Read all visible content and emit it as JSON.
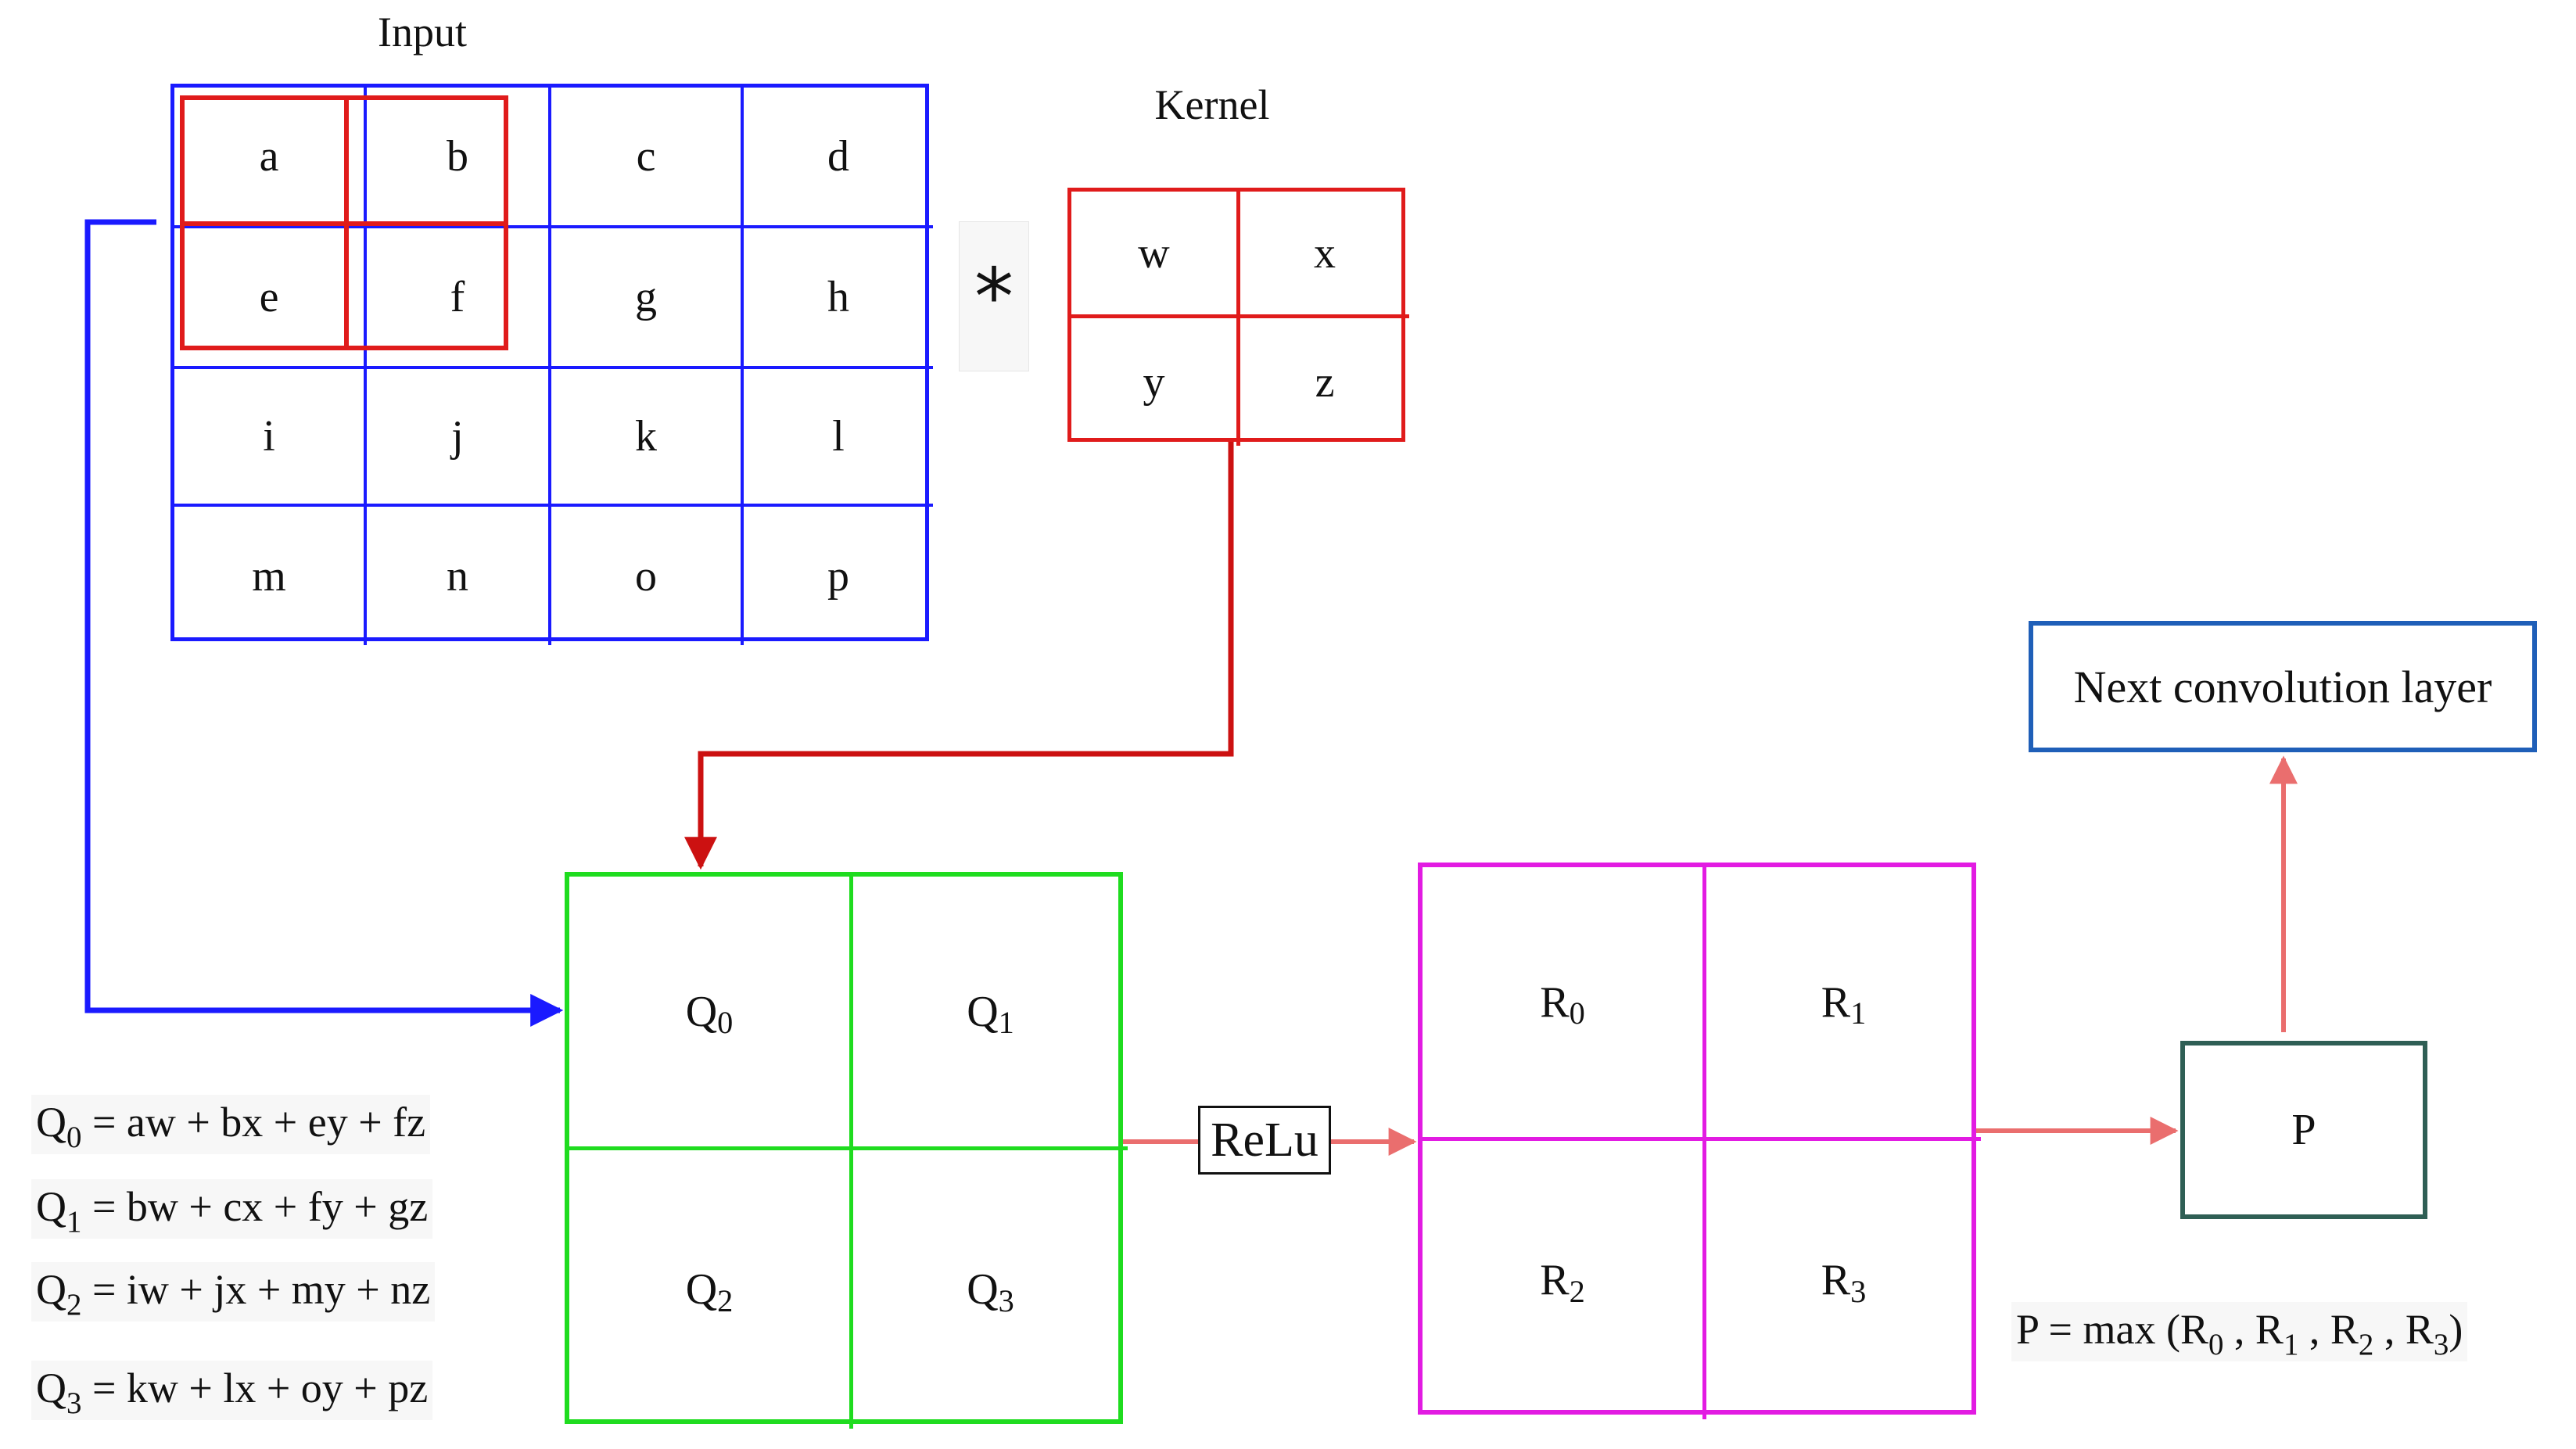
{
  "colors": {
    "input": "#1a1aff",
    "kernel_window": "#e01b1b",
    "conv_output": "#1fdc1f",
    "relu_output": "#e21be2",
    "pool": "#2f5f55",
    "next_layer": "#1f5fb8",
    "flow_arrow": "#ea6e6e"
  },
  "input": {
    "title": "Input",
    "cells": [
      "a",
      "b",
      "c",
      "d",
      "e",
      "f",
      "g",
      "h",
      "i",
      "j",
      "k",
      "l",
      "m",
      "n",
      "o",
      "p"
    ]
  },
  "operator": {
    "symbol": "*"
  },
  "kernel": {
    "title": "Kernel",
    "cells": [
      "w",
      "x",
      "y",
      "z"
    ]
  },
  "conv_output": {
    "cells": [
      {
        "base": "Q",
        "sub": "0"
      },
      {
        "base": "Q",
        "sub": "1"
      },
      {
        "base": "Q",
        "sub": "2"
      },
      {
        "base": "Q",
        "sub": "3"
      }
    ]
  },
  "activation": {
    "label": "ReLu"
  },
  "relu_output": {
    "cells": [
      {
        "base": "R",
        "sub": "0"
      },
      {
        "base": "R",
        "sub": "1"
      },
      {
        "base": "R",
        "sub": "2"
      },
      {
        "base": "R",
        "sub": "3"
      }
    ]
  },
  "pool": {
    "label": "P"
  },
  "next_layer": {
    "label": "Next convolution layer"
  },
  "equations": [
    {
      "base": "Q",
      "sub": "0",
      "rhs": " = aw + bx + ey + fz"
    },
    {
      "base": "Q",
      "sub": "1",
      "rhs": " = bw + cx + fy + gz"
    },
    {
      "base": "Q",
      "sub": "2",
      "rhs": " = iw + jx + my + nz"
    },
    {
      "base": "Q",
      "sub": "3",
      "rhs": " = kw + lx + oy + pz"
    }
  ],
  "pool_equation": {
    "prefix": "P = max (",
    "terms": [
      {
        "base": "R",
        "sub": "0"
      },
      {
        "base": "R",
        "sub": "1"
      },
      {
        "base": "R",
        "sub": "2"
      },
      {
        "base": "R",
        "sub": "3"
      }
    ],
    "separator": " , ",
    "suffix": ")"
  }
}
